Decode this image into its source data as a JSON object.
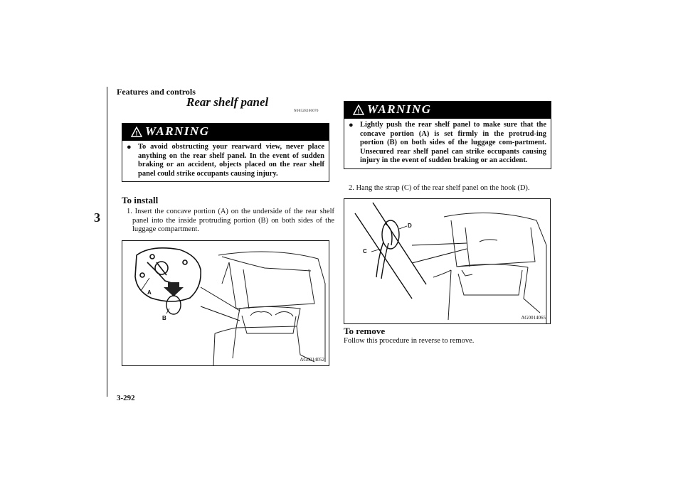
{
  "header": {
    "section": "Features and controls"
  },
  "chapter": {
    "number": "3"
  },
  "page": {
    "number": "3-292"
  },
  "title": {
    "text": "Rear shelf panel",
    "code": "N00528200070"
  },
  "warning1": {
    "heading": "WARNING",
    "text": "To avoid obstructing your rearward view, never place anything on the rear shelf panel. In the event of sudden braking or an accident, objects placed on the rear shelf panel could strike occupants causing injury."
  },
  "install": {
    "heading": "To install",
    "step1": "1. Insert the concave portion (A) on the underside of the rear shelf panel into the inside protruding portion (B) on both sides of the luggage compartment.",
    "figure_id": "AG0014052",
    "label_a": "A",
    "label_b": "B"
  },
  "warning2": {
    "heading": "WARNING",
    "text": "Lightly push the rear shelf panel to make sure that the concave portion (A) is set firmly in the protrud-ing portion (B) on both sides of the luggage com-partment. Unsecured rear shelf panel can strike occupants causing injury in the event of sudden braking or an accident."
  },
  "step2": {
    "text": "2. Hang the strap (C) of the rear shelf panel on the hook (D).",
    "figure_id": "AG0014065",
    "label_c": "C",
    "label_d": "D"
  },
  "remove": {
    "heading": "To remove",
    "text": "Follow this procedure in reverse to remove."
  }
}
